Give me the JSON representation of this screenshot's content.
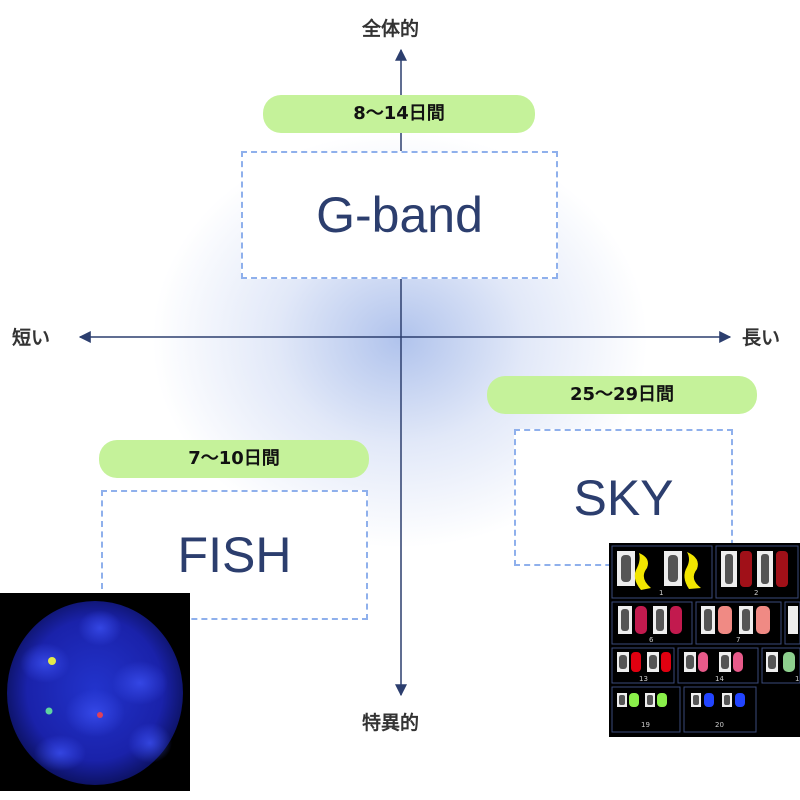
{
  "axes": {
    "top": "全体的",
    "bottom": "特異的",
    "left": "短い",
    "right": "長い"
  },
  "methods": [
    {
      "id": "gband",
      "name": "G-band",
      "duration": "8〜14日間"
    },
    {
      "id": "fish",
      "name": "FISH",
      "duration": "7〜10日間"
    },
    {
      "id": "sky",
      "name": "SKY",
      "duration": "25〜29日間"
    }
  ],
  "karyotype_numbers": [
    "1",
    "2",
    "6",
    "7",
    "13",
    "14",
    "1",
    "19",
    "20"
  ],
  "colors": {
    "axis": "#2c3e6e",
    "pill": "#c5f29a",
    "box_border": "#8fb0ec",
    "method_text": "#2c3e6e"
  }
}
